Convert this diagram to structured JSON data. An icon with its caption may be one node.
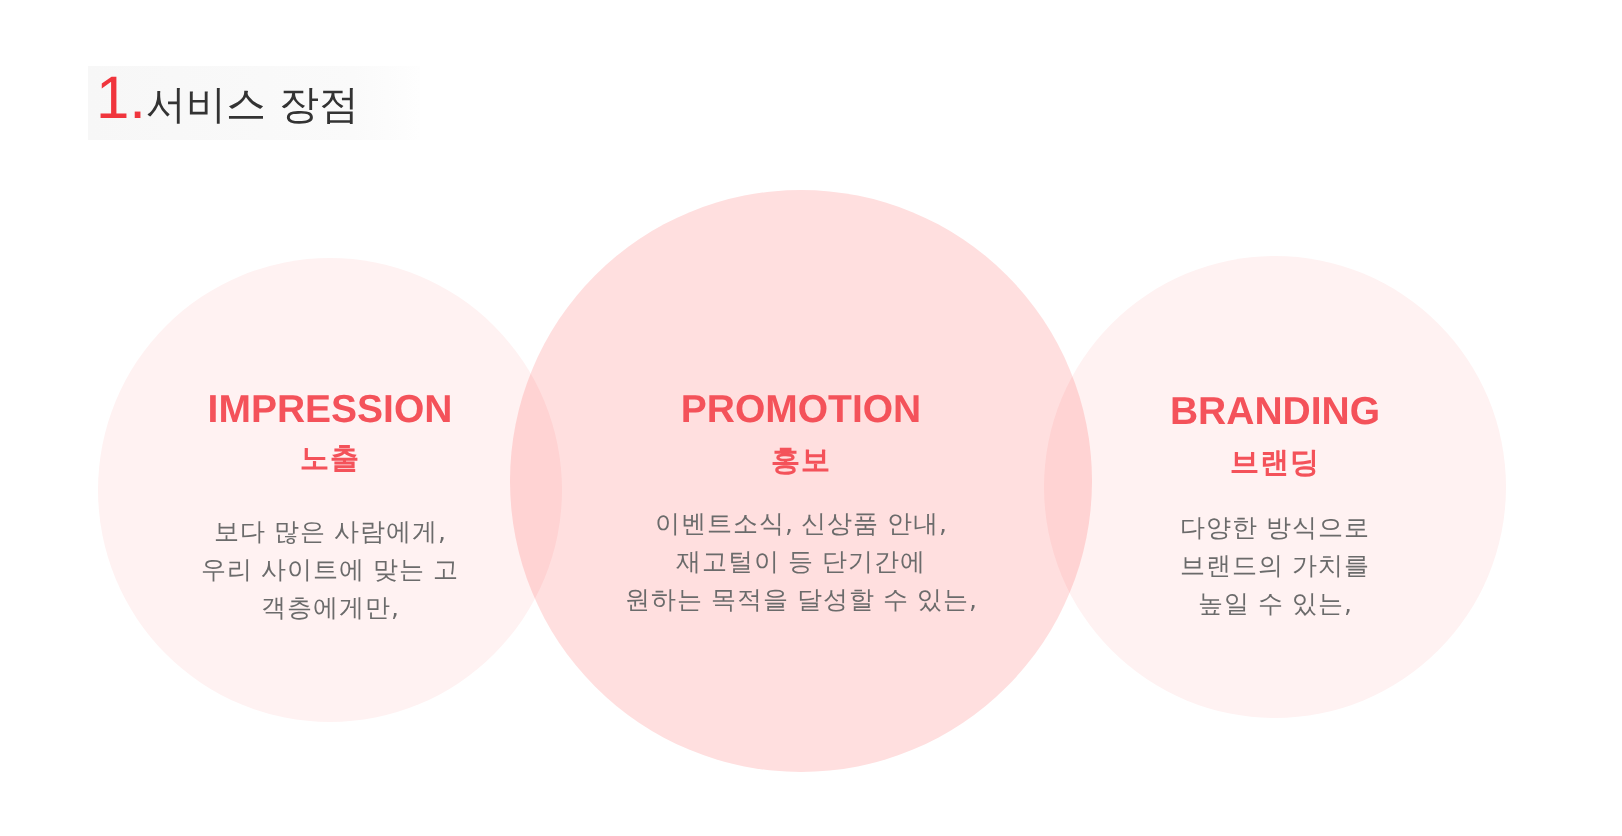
{
  "diagram": {
    "title": "서비스 장점",
    "nodes": [
      {
        "text": [
          "IMPRESSION",
          "노출",
          "보다 많은 사람에게, 우리 사이트에 맞는 고 객층에게만,"
        ]
      },
      {
        "text": [
          "PROMOTION",
          "홍보",
          "이벤트소식, 신상품 안내, 재고털이 등 단기간에 원하는 목적을 달성할 수 있는,"
        ]
      },
      {
        "text": [
          "BRANDING",
          "브랜딩",
          "다양한 방식으로 브랜드의 가치를 높일 수 있는,"
        ]
      }
    ],
    "labels": [
      "1."
    ]
  }
}
